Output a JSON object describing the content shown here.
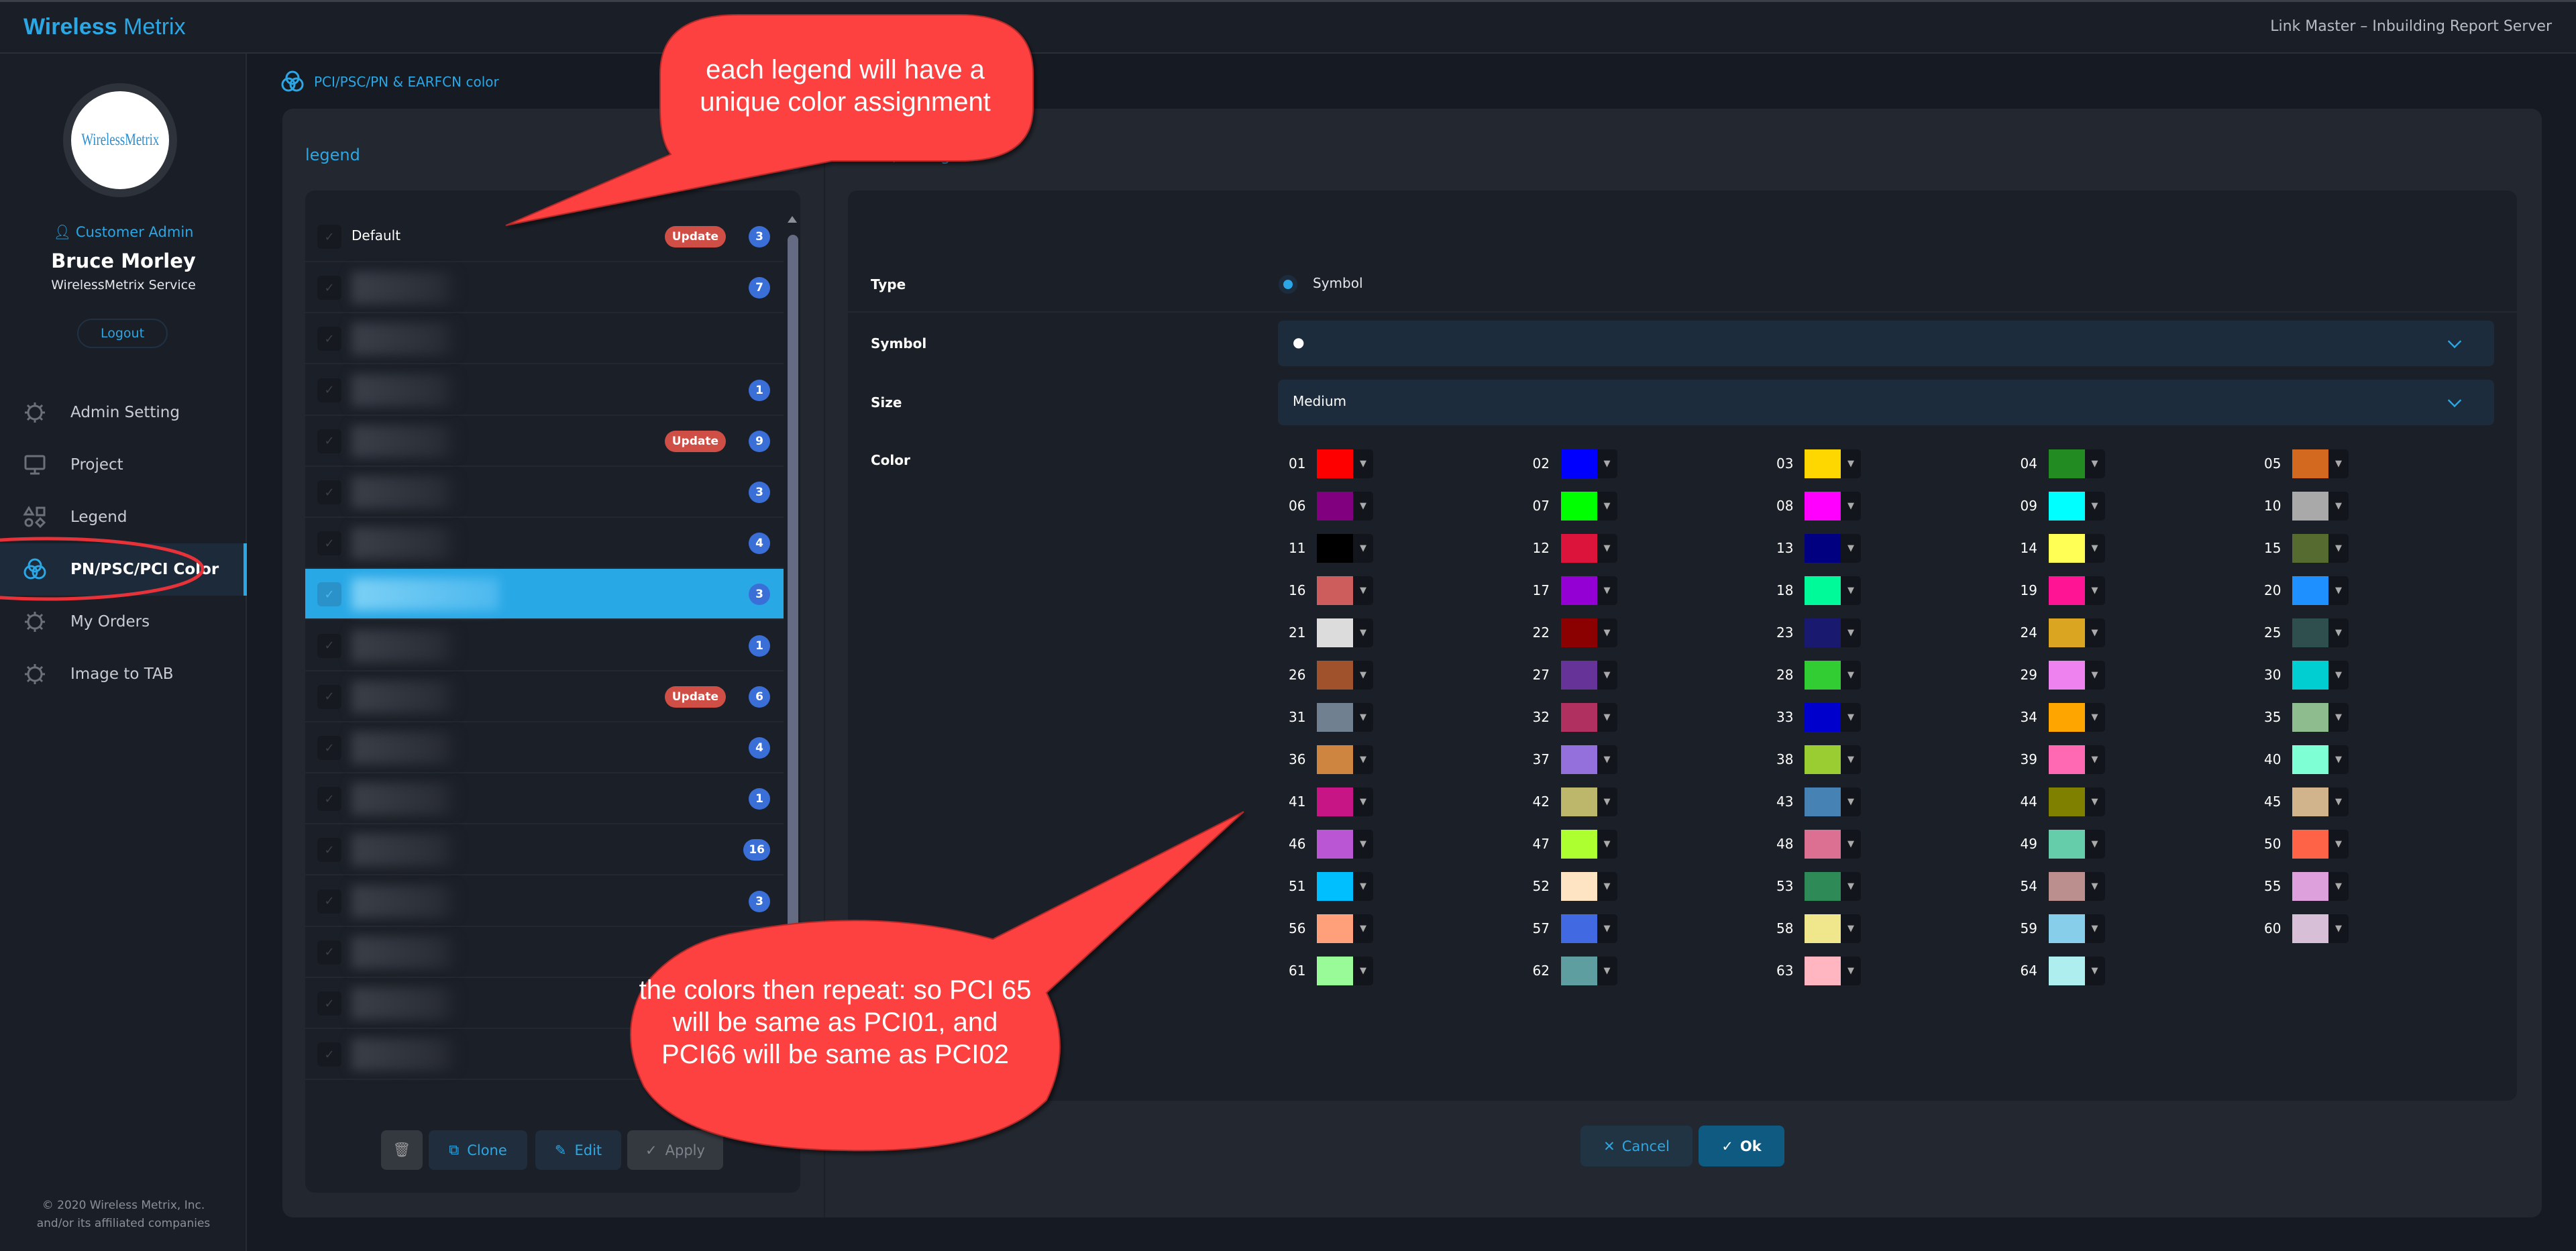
{
  "header": {
    "brand_bold": "Wireless",
    "brand_light": "Metrix",
    "app_title": "Link Master – Inbuilding Report Server"
  },
  "user": {
    "avatar_logo_text": "WirelessMetrix",
    "role": "Customer Admin",
    "name": "Bruce Morley",
    "company": "WirelessMetrix Service",
    "logout_label": "Logout"
  },
  "sidebar": {
    "items": [
      {
        "label": "Admin Setting",
        "icon": "gear-icon"
      },
      {
        "label": "Project",
        "icon": "monitor-icon"
      },
      {
        "label": "Legend",
        "icon": "shapes-icon"
      },
      {
        "label": "PN/PSC/PCI Color",
        "icon": "venn-icon",
        "active": true
      },
      {
        "label": "My Orders",
        "icon": "gear-icon"
      },
      {
        "label": "Image to TAB",
        "icon": "gear-icon"
      }
    ]
  },
  "footer": {
    "line1": "© 2020 Wireless Metrix, Inc.",
    "line2": "and/or its affiliated companies"
  },
  "breadcrumb": {
    "label": "PCI/PSC/PN & EARFCN color"
  },
  "legend_panel": {
    "title": "legend",
    "update_label": "Update",
    "items": [
      {
        "name": "Default",
        "update": true,
        "count": 3
      },
      {
        "name": null,
        "count": 7
      },
      {
        "name": null,
        "count": null
      },
      {
        "name": null,
        "count": 1
      },
      {
        "name": null,
        "update": true,
        "count": 9
      },
      {
        "name": null,
        "count": 3
      },
      {
        "name": null,
        "count": 4
      },
      {
        "name": null,
        "count": 3,
        "selected": true
      },
      {
        "name": null,
        "count": 1
      },
      {
        "name": null,
        "update": true,
        "count": 6
      },
      {
        "name": null,
        "count": 4
      },
      {
        "name": null,
        "count": 1
      },
      {
        "name": null,
        "count": 16
      },
      {
        "name": null,
        "count": 3
      },
      {
        "name": null,
        "count": null
      },
      {
        "name": null,
        "count": null
      },
      {
        "name": null,
        "count": null
      }
    ],
    "buttons": {
      "clone": "Clone",
      "edit": "Edit",
      "apply": "Apply"
    }
  },
  "value_panel": {
    "title": "Value, String",
    "type_label": "Type",
    "type_option": "Symbol",
    "symbol_label": "Symbol",
    "symbol_value": "●",
    "size_label": "Size",
    "size_value": "Medium",
    "color_label": "Color",
    "colors": [
      "#ff0000",
      "#0000ff",
      "#ffd700",
      "#228b22",
      "#d2691e",
      "#800080",
      "#00ff00",
      "#ff00ff",
      "#00ffff",
      "#a9a9a9",
      "#000000",
      "#dc143c",
      "#000080",
      "#ffff55",
      "#556b2f",
      "#cd5c5c",
      "#9400d3",
      "#00fa9a",
      "#ff1493",
      "#1e90ff",
      "#dcdcdc",
      "#8b0000",
      "#191970",
      "#daa520",
      "#2f4f4f",
      "#a0522d",
      "#663399",
      "#32cd32",
      "#ee82ee",
      "#00ced1",
      "#708090",
      "#b03060",
      "#0000cd",
      "#ffa500",
      "#8fbc8f",
      "#cd853f",
      "#9370db",
      "#9acd32",
      "#ff69b4",
      "#7fffd4",
      "#c71585",
      "#bdb76b",
      "#4682b4",
      "#808000",
      "#d2b48c",
      "#ba55d3",
      "#adff2f",
      "#db7093",
      "#66cdaa",
      "#ff6347",
      "#00bfff",
      "#ffe4c4",
      "#2e8b57",
      "#bc8f8f",
      "#dda0dd",
      "#ffa07a",
      "#4169e1",
      "#f0e68c",
      "#87ceeb",
      "#d8bfd8",
      "#98fb98",
      "#5f9ea0",
      "#ffb6c1",
      "#afeeee"
    ],
    "cancel_label": "Cancel",
    "ok_label": "Ok"
  },
  "annotations": {
    "callout1": "each legend will have a unique color assignment",
    "callout2": "the colors then repeat: so PCI 65 will be same as PCI01, and PCI66 will be same as PCI02"
  }
}
